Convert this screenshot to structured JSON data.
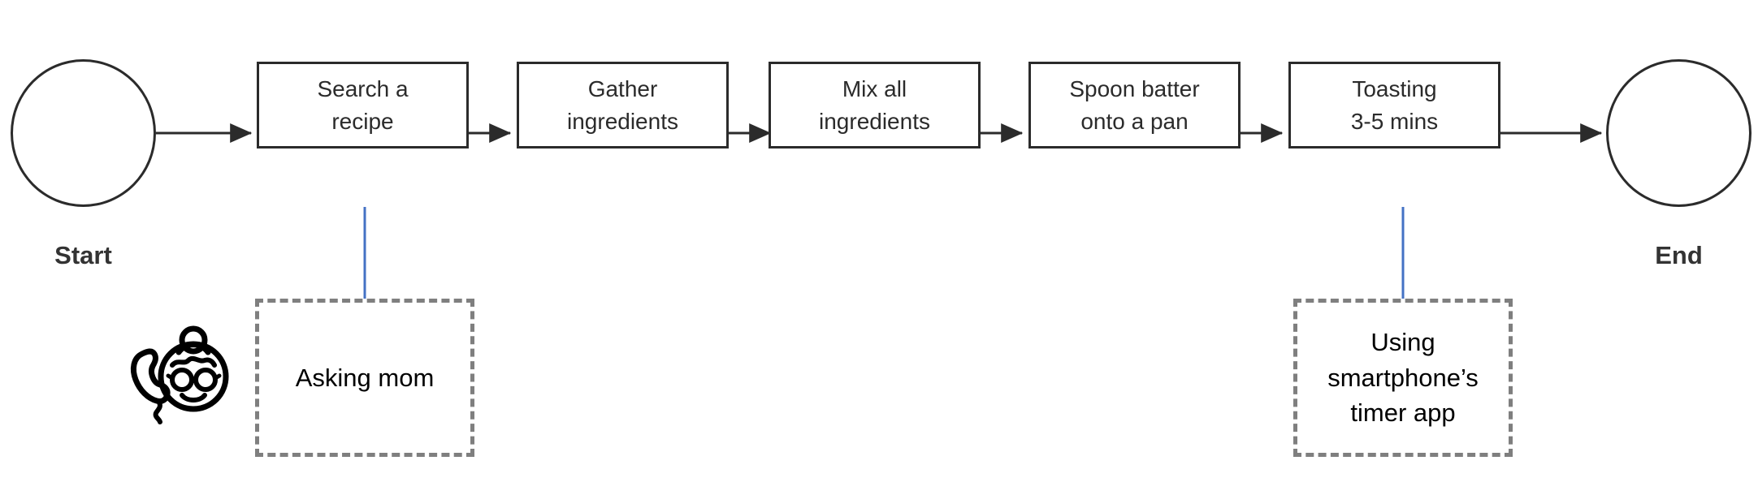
{
  "diagram": {
    "type": "flowchart",
    "title": "",
    "orientation": "left-to-right",
    "accent_color": "#4472c4",
    "stroke_color": "#2b2b2b",
    "note_border_color": "#7f7f7f",
    "background_color": "#ffffff"
  },
  "terminators": [
    {
      "id": "start",
      "label": "Start",
      "shape": "circle"
    },
    {
      "id": "end",
      "label": "End",
      "shape": "circle"
    }
  ],
  "steps": [
    {
      "id": "step-1",
      "label": "Search a\nrecipe"
    },
    {
      "id": "step-2",
      "label": "Gather\ningredients"
    },
    {
      "id": "step-3",
      "label": "Mix all\ningredients"
    },
    {
      "id": "step-4",
      "label": "Spoon batter\nonto a pan"
    },
    {
      "id": "step-5",
      "label": "Toasting\n3-5 mins"
    }
  ],
  "notes": [
    {
      "id": "note-1",
      "label": "Asking mom",
      "attached_to": "step-1"
    },
    {
      "id": "note-2",
      "label": "Using\nsmartphone’s\ntimer app",
      "attached_to": "step-5"
    }
  ],
  "icons": [
    {
      "id": "grandma-phone",
      "name": "grandma-phone-icon",
      "description": "telephone handset with grandmother face"
    }
  ]
}
